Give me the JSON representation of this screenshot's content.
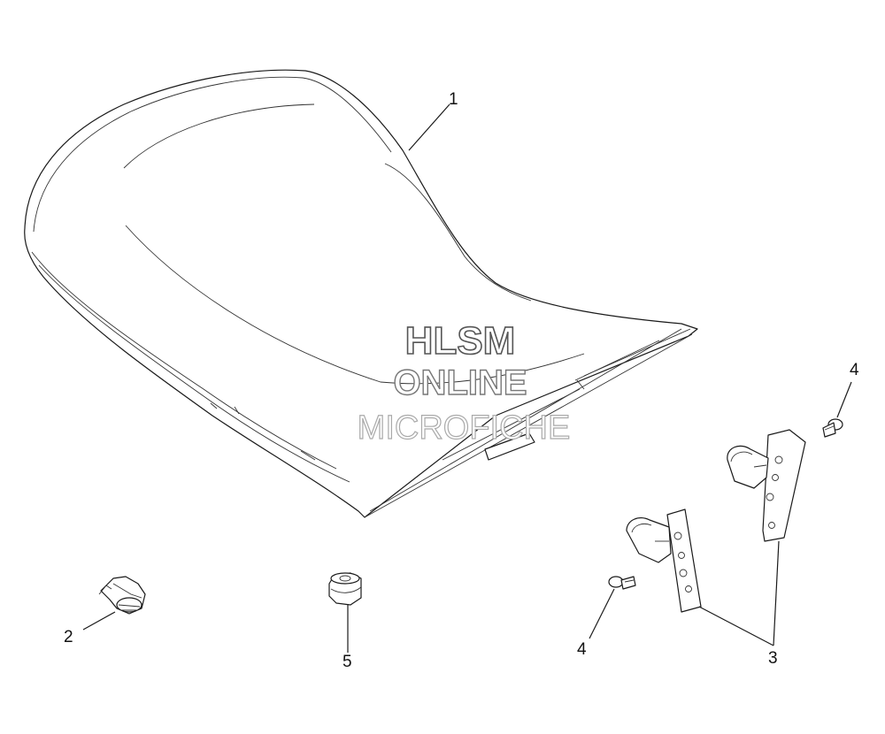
{
  "watermark": {
    "line1": "HLSM",
    "line2": "ONLINE",
    "line3": "MICROFICHE"
  },
  "callouts": [
    {
      "id": "callout-1",
      "label": "1"
    },
    {
      "id": "callout-2",
      "label": "2"
    },
    {
      "id": "callout-3",
      "label": "3"
    },
    {
      "id": "callout-4-upper",
      "label": "4"
    },
    {
      "id": "callout-4-lower",
      "label": "4"
    },
    {
      "id": "callout-5",
      "label": "5"
    }
  ]
}
